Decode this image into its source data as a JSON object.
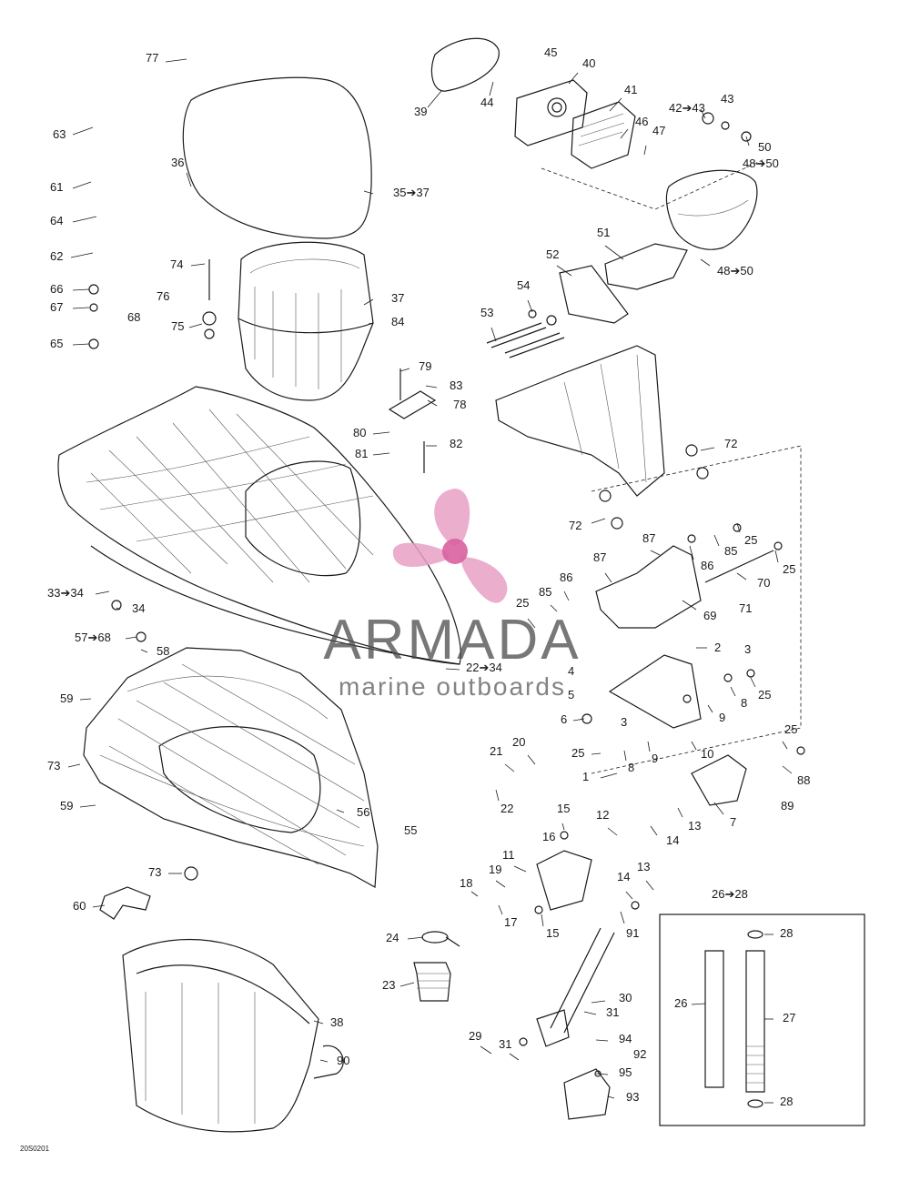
{
  "callouts": [
    {
      "id": "c77",
      "text": "77"
    },
    {
      "id": "c63",
      "text": "63"
    },
    {
      "id": "c61",
      "text": "61"
    },
    {
      "id": "c64",
      "text": "64"
    },
    {
      "id": "c62",
      "text": "62"
    },
    {
      "id": "c66",
      "text": "66"
    },
    {
      "id": "c67",
      "text": "67"
    },
    {
      "id": "c65",
      "text": "65"
    },
    {
      "id": "c68",
      "text": "68"
    },
    {
      "id": "c36",
      "text": "36"
    },
    {
      "id": "c35_37",
      "text": "35➔37"
    },
    {
      "id": "c74",
      "text": "74"
    },
    {
      "id": "c76",
      "text": "76"
    },
    {
      "id": "c75",
      "text": "75"
    },
    {
      "id": "c37",
      "text": "37"
    },
    {
      "id": "c84",
      "text": "84"
    },
    {
      "id": "c39",
      "text": "39"
    },
    {
      "id": "c44",
      "text": "44"
    },
    {
      "id": "c45",
      "text": "45"
    },
    {
      "id": "c40",
      "text": "40"
    },
    {
      "id": "c41",
      "text": "41"
    },
    {
      "id": "c46",
      "text": "46"
    },
    {
      "id": "c47",
      "text": "47"
    },
    {
      "id": "c42_43",
      "text": "42➔43"
    },
    {
      "id": "c43",
      "text": "43"
    },
    {
      "id": "c50",
      "text": "50"
    },
    {
      "id": "c48_50a",
      "text": "48➔50"
    },
    {
      "id": "c51",
      "text": "51"
    },
    {
      "id": "c52",
      "text": "52"
    },
    {
      "id": "c48_50b",
      "text": "48➔50"
    },
    {
      "id": "c53",
      "text": "53"
    },
    {
      "id": "c54",
      "text": "54"
    },
    {
      "id": "c79",
      "text": "79"
    },
    {
      "id": "c83",
      "text": "83"
    },
    {
      "id": "c78",
      "text": "78"
    },
    {
      "id": "c80",
      "text": "80"
    },
    {
      "id": "c81",
      "text": "81"
    },
    {
      "id": "c82",
      "text": "82"
    },
    {
      "id": "c72a",
      "text": "72"
    },
    {
      "id": "c72b",
      "text": "72"
    },
    {
      "id": "c87a",
      "text": "87"
    },
    {
      "id": "c85a",
      "text": "85"
    },
    {
      "id": "c25a",
      "text": "25"
    },
    {
      "id": "c86a",
      "text": "86"
    },
    {
      "id": "c25b",
      "text": "25"
    },
    {
      "id": "c70",
      "text": "70"
    },
    {
      "id": "c71",
      "text": "71"
    },
    {
      "id": "c69",
      "text": "69"
    },
    {
      "id": "c87b",
      "text": "87"
    },
    {
      "id": "c86b",
      "text": "86"
    },
    {
      "id": "c85b",
      "text": "85"
    },
    {
      "id": "c25c",
      "text": "25"
    },
    {
      "id": "c33_34",
      "text": "33➔34"
    },
    {
      "id": "c34",
      "text": "34"
    },
    {
      "id": "c57_58",
      "text": "57➔68"
    },
    {
      "id": "c58",
      "text": "58"
    },
    {
      "id": "c22_34",
      "text": "22➔34"
    },
    {
      "id": "c59a",
      "text": "59"
    },
    {
      "id": "c73a",
      "text": "73"
    },
    {
      "id": "c59b",
      "text": "59"
    },
    {
      "id": "c56",
      "text": "56"
    },
    {
      "id": "c55",
      "text": "55"
    },
    {
      "id": "c2",
      "text": "2"
    },
    {
      "id": "c3a",
      "text": "3"
    },
    {
      "id": "c4",
      "text": "4"
    },
    {
      "id": "c5",
      "text": "5"
    },
    {
      "id": "c25d",
      "text": "25"
    },
    {
      "id": "c8a",
      "text": "8"
    },
    {
      "id": "c6",
      "text": "6"
    },
    {
      "id": "c3b",
      "text": "3"
    },
    {
      "id": "c9a",
      "text": "9"
    },
    {
      "id": "c25e",
      "text": "25"
    },
    {
      "id": "c10",
      "text": "10"
    },
    {
      "id": "c8b",
      "text": "8"
    },
    {
      "id": "c9b",
      "text": "9"
    },
    {
      "id": "c25f",
      "text": "25"
    },
    {
      "id": "c88",
      "text": "88"
    },
    {
      "id": "c89",
      "text": "89"
    },
    {
      "id": "c7",
      "text": "7"
    },
    {
      "id": "c21",
      "text": "21"
    },
    {
      "id": "c20",
      "text": "20"
    },
    {
      "id": "c1",
      "text": "1"
    },
    {
      "id": "c22",
      "text": "22"
    },
    {
      "id": "c15a",
      "text": "15"
    },
    {
      "id": "c16",
      "text": "16"
    },
    {
      "id": "c12",
      "text": "12"
    },
    {
      "id": "c13a",
      "text": "13"
    },
    {
      "id": "c14a",
      "text": "14"
    },
    {
      "id": "c11",
      "text": "11"
    },
    {
      "id": "c19",
      "text": "19"
    },
    {
      "id": "c18",
      "text": "18"
    },
    {
      "id": "c17",
      "text": "17"
    },
    {
      "id": "c15b",
      "text": "15"
    },
    {
      "id": "c13b",
      "text": "13"
    },
    {
      "id": "c14b",
      "text": "14"
    },
    {
      "id": "c91",
      "text": "91"
    },
    {
      "id": "c73b",
      "text": "73"
    },
    {
      "id": "c60",
      "text": "60"
    },
    {
      "id": "c24",
      "text": "24"
    },
    {
      "id": "c23",
      "text": "23"
    },
    {
      "id": "c38",
      "text": "38"
    },
    {
      "id": "c90",
      "text": "90"
    },
    {
      "id": "c26_28",
      "text": "26➔28"
    },
    {
      "id": "c28a",
      "text": "28"
    },
    {
      "id": "c26",
      "text": "26"
    },
    {
      "id": "c27",
      "text": "27"
    },
    {
      "id": "c28b",
      "text": "28"
    },
    {
      "id": "c30",
      "text": "30"
    },
    {
      "id": "c31a",
      "text": "31"
    },
    {
      "id": "c31b",
      "text": "31"
    },
    {
      "id": "c29",
      "text": "29"
    },
    {
      "id": "c94",
      "text": "94"
    },
    {
      "id": "c92",
      "text": "92"
    },
    {
      "id": "c95",
      "text": "95"
    },
    {
      "id": "c93",
      "text": "93"
    }
  ],
  "watermark": {
    "brand": "ARMADA",
    "tagline": "marine outboards",
    "logo_color": "#e8a0c4",
    "logo_accent": "#d9609e"
  },
  "drawing_ref": "20S0201",
  "icons": {
    "lubricant": "droplet-icon",
    "range": "arrow-right-icon"
  }
}
